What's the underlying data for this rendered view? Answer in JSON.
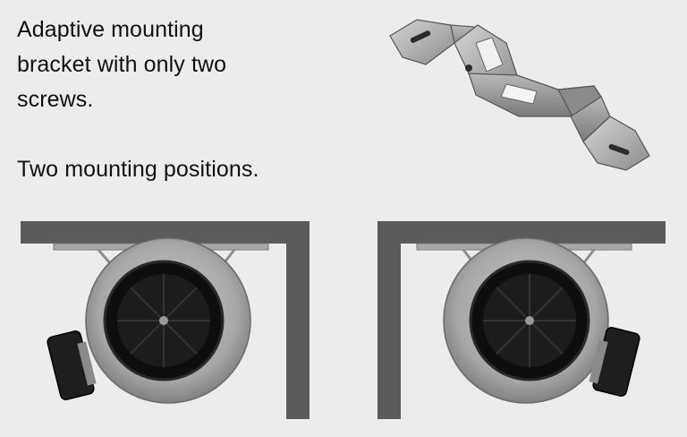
{
  "caption": {
    "line1": "Adaptive mounting",
    "line2": "bracket with only two",
    "line3": "screws.",
    "line4": "Two mounting positions."
  },
  "colors": {
    "background": "#ececec",
    "wall": "#5b5b5b",
    "fan_casing": "#a9a9a9",
    "fan_core": "#141414",
    "bracket_metal": "#9c9c9c"
  },
  "figures": {
    "bracket_icon": "mounting-bracket-icon",
    "left_mount_icon": "fan-ceiling-mount-icon",
    "right_mount_icon": "fan-corner-mount-icon"
  }
}
